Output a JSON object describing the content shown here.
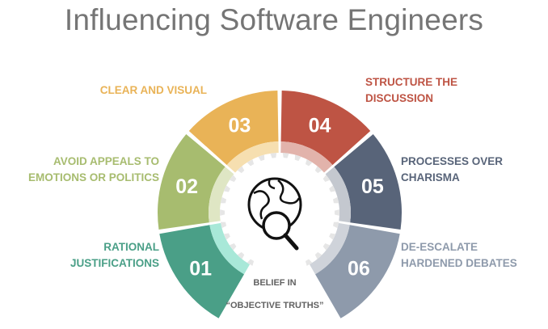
{
  "title": "Influencing Software Engineers",
  "center": {
    "line1": "BELIEF IN",
    "line2": "“OBJECTIVE TRUTHS”",
    "icon": "globe-magnifier-icon"
  },
  "segments": [
    {
      "number": "01",
      "label1": "RATIONAL",
      "label2": "JUSTIFICATIONS",
      "color": "#4a9f87",
      "accent": "#a8e8d8"
    },
    {
      "number": "02",
      "label1": "AVOID APPEALS TO",
      "label2": "EMOTIONS OR POLITICS",
      "color": "#a7bc6f",
      "accent": "#dfe6c4"
    },
    {
      "number": "03",
      "label1": "CLEAR AND VISUAL",
      "label2": "",
      "color": "#e9b357",
      "accent": "#f6dfb0"
    },
    {
      "number": "04",
      "label1": "STRUCTURE THE",
      "label2": "DISCUSSION",
      "color": "#be5444",
      "accent": "#e2b3ab"
    },
    {
      "number": "05",
      "label1": "PROCESSES OVER",
      "label2": "CHARISMA",
      "color": "#586479",
      "accent": "#c4c8cf"
    },
    {
      "number": "06",
      "label1": "DE-ESCALATE",
      "label2": "HARDENED DEBATES",
      "color": "#8e9aab",
      "accent": "#cfd3da"
    }
  ]
}
